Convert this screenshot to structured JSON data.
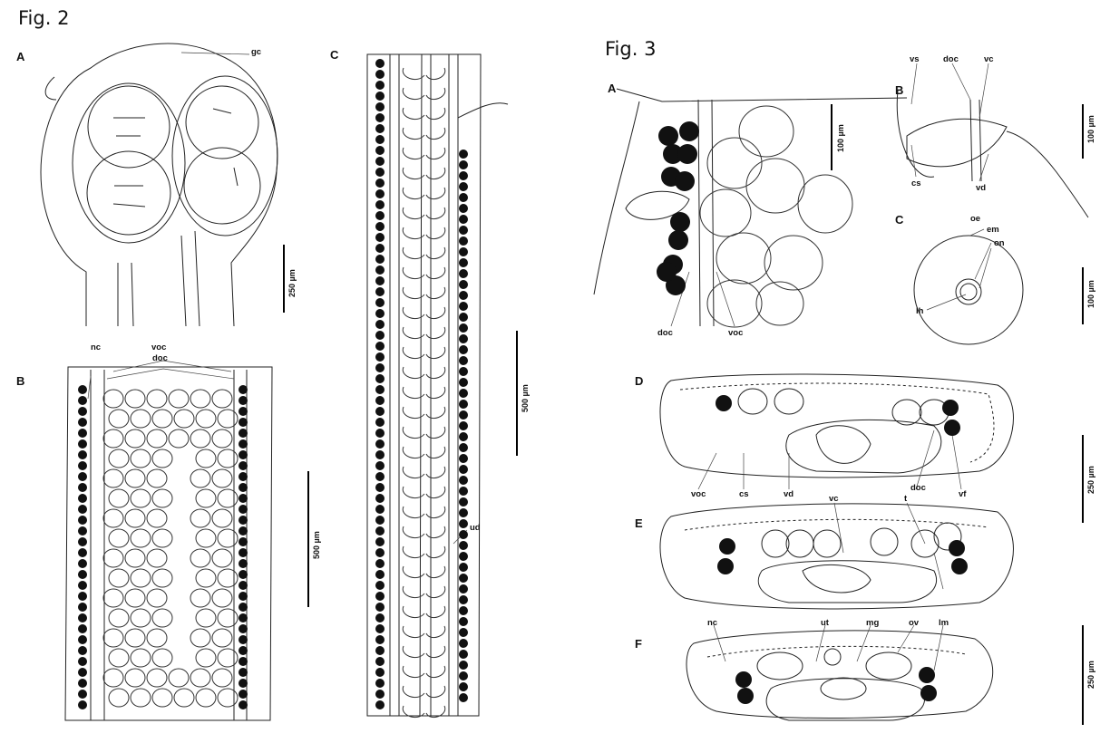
{
  "fig2": {
    "title": "Fig. 2",
    "panels": {
      "a": "A",
      "b": "B",
      "c": "C"
    },
    "labels": {
      "gc": "gc",
      "nc": "nc",
      "voc": "voc",
      "doc": "doc",
      "ud": "ud"
    },
    "scale_bars": {
      "a": "250 µm",
      "b": "500 µm",
      "c": "500 µm"
    }
  },
  "fig3": {
    "title": "Fig. 3",
    "panels": {
      "a": "A",
      "b": "B",
      "c": "C",
      "d": "D",
      "e": "E",
      "f": "F"
    },
    "panel_a_labels": {
      "doc": "doc",
      "voc": "voc"
    },
    "panel_b_labels": {
      "vs": "vs",
      "doc": "doc",
      "vc": "vc",
      "cs": "cs",
      "vd": "vd"
    },
    "panel_c_labels": {
      "oe": "oe",
      "em": "em",
      "on": "on",
      "lh": "lh"
    },
    "panel_d_labels": {
      "voc": "voc",
      "cs": "cs",
      "vd": "vd",
      "doc": "doc",
      "vf": "vf"
    },
    "panel_e_labels": {
      "vc": "vc",
      "t": "t"
    },
    "panel_f_labels": {
      "nc": "nc",
      "ut": "ut",
      "mg": "mg",
      "ov": "ov",
      "lm": "lm"
    },
    "scale_bars": {
      "a": "100 µm",
      "b": "100 µm",
      "c": "100 µm",
      "de": "250 µm",
      "f": "250 µm"
    }
  }
}
